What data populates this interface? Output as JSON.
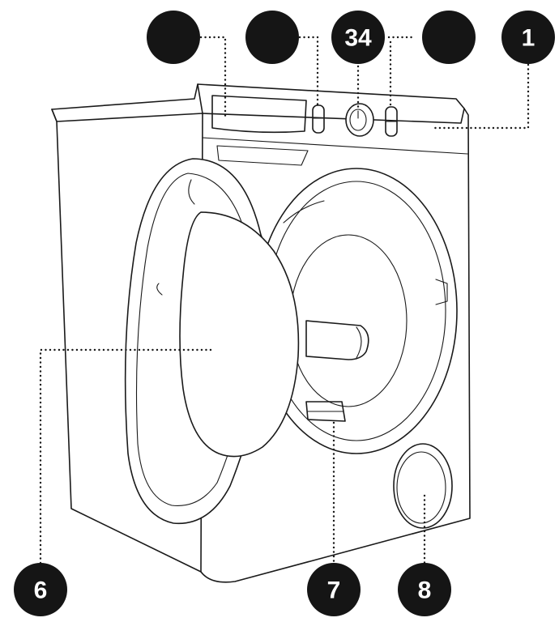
{
  "callouts": [
    {
      "id": "c1",
      "label": "1"
    },
    {
      "id": "c2",
      "label": ""
    },
    {
      "id": "c3",
      "label": ""
    },
    {
      "id": "c34",
      "label": "34"
    },
    {
      "id": "c5",
      "label": ""
    },
    {
      "id": "c6",
      "label": "6"
    },
    {
      "id": "c7",
      "label": "7"
    },
    {
      "id": "c8",
      "label": "8"
    }
  ],
  "colors": {
    "ink": "#151515",
    "paper": "#ffffff"
  }
}
